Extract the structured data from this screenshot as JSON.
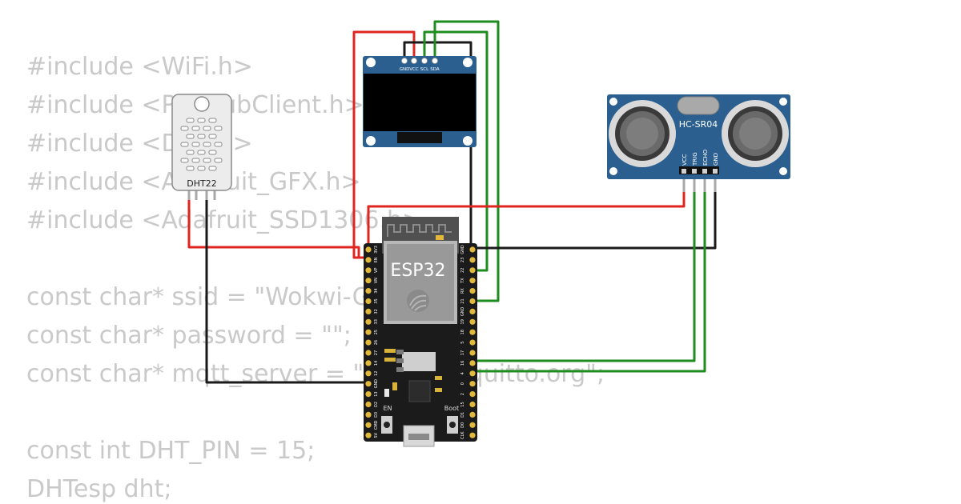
{
  "code_lines": [
    "#include <WiFi.h>",
    "#include <PubSubClient.h>",
    "#include <DHT.h>",
    "#include <Adafruit_GFX.h>",
    "#include <Adafruit_SSD1306.h>",
    "",
    "const char* ssid = \"Wokwi-GUEST\";",
    "const char* password = \"\";",
    "const char* mqtt_server = \"test.mosquitto.org\";",
    "",
    "const int DHT_PIN = 15;",
    "DHTesp dht;"
  ],
  "components": {
    "dht22": {
      "label": "DHT22"
    },
    "oled": {
      "pin_labels": [
        "GND",
        "VCC",
        "SCL",
        "SDA"
      ]
    },
    "esp32": {
      "label": "ESP32",
      "left_pins": [
        "3V3",
        "EN",
        "VP",
        "VN",
        "34",
        "35",
        "32",
        "33",
        "25",
        "26",
        "27",
        "14",
        "12",
        "GND",
        "13",
        "D2",
        "D3",
        "CMD",
        "5V"
      ],
      "right_pins": [
        "GND",
        "23",
        "22",
        "TX",
        "RX",
        "21",
        "GND",
        "19",
        "18",
        "5",
        "17",
        "16",
        "4",
        "0",
        "2",
        "15",
        "D1",
        "D0",
        "CLK"
      ],
      "button_en": "EN",
      "button_boot": "Boot"
    },
    "hcsr04": {
      "label": "HC-SR04",
      "pin_labels": [
        "VCC",
        "TRIG",
        "ECHO",
        "GND"
      ]
    }
  },
  "colors": {
    "wire_red": "#e0241f",
    "wire_black": "#1a1a1a",
    "wire_green": "#1e8c1e",
    "board_blue": "#2b5f8f",
    "esp_board": "#1b1b1b",
    "pin_gold": "#e2b93b",
    "code_text": "#c9c9c9"
  }
}
